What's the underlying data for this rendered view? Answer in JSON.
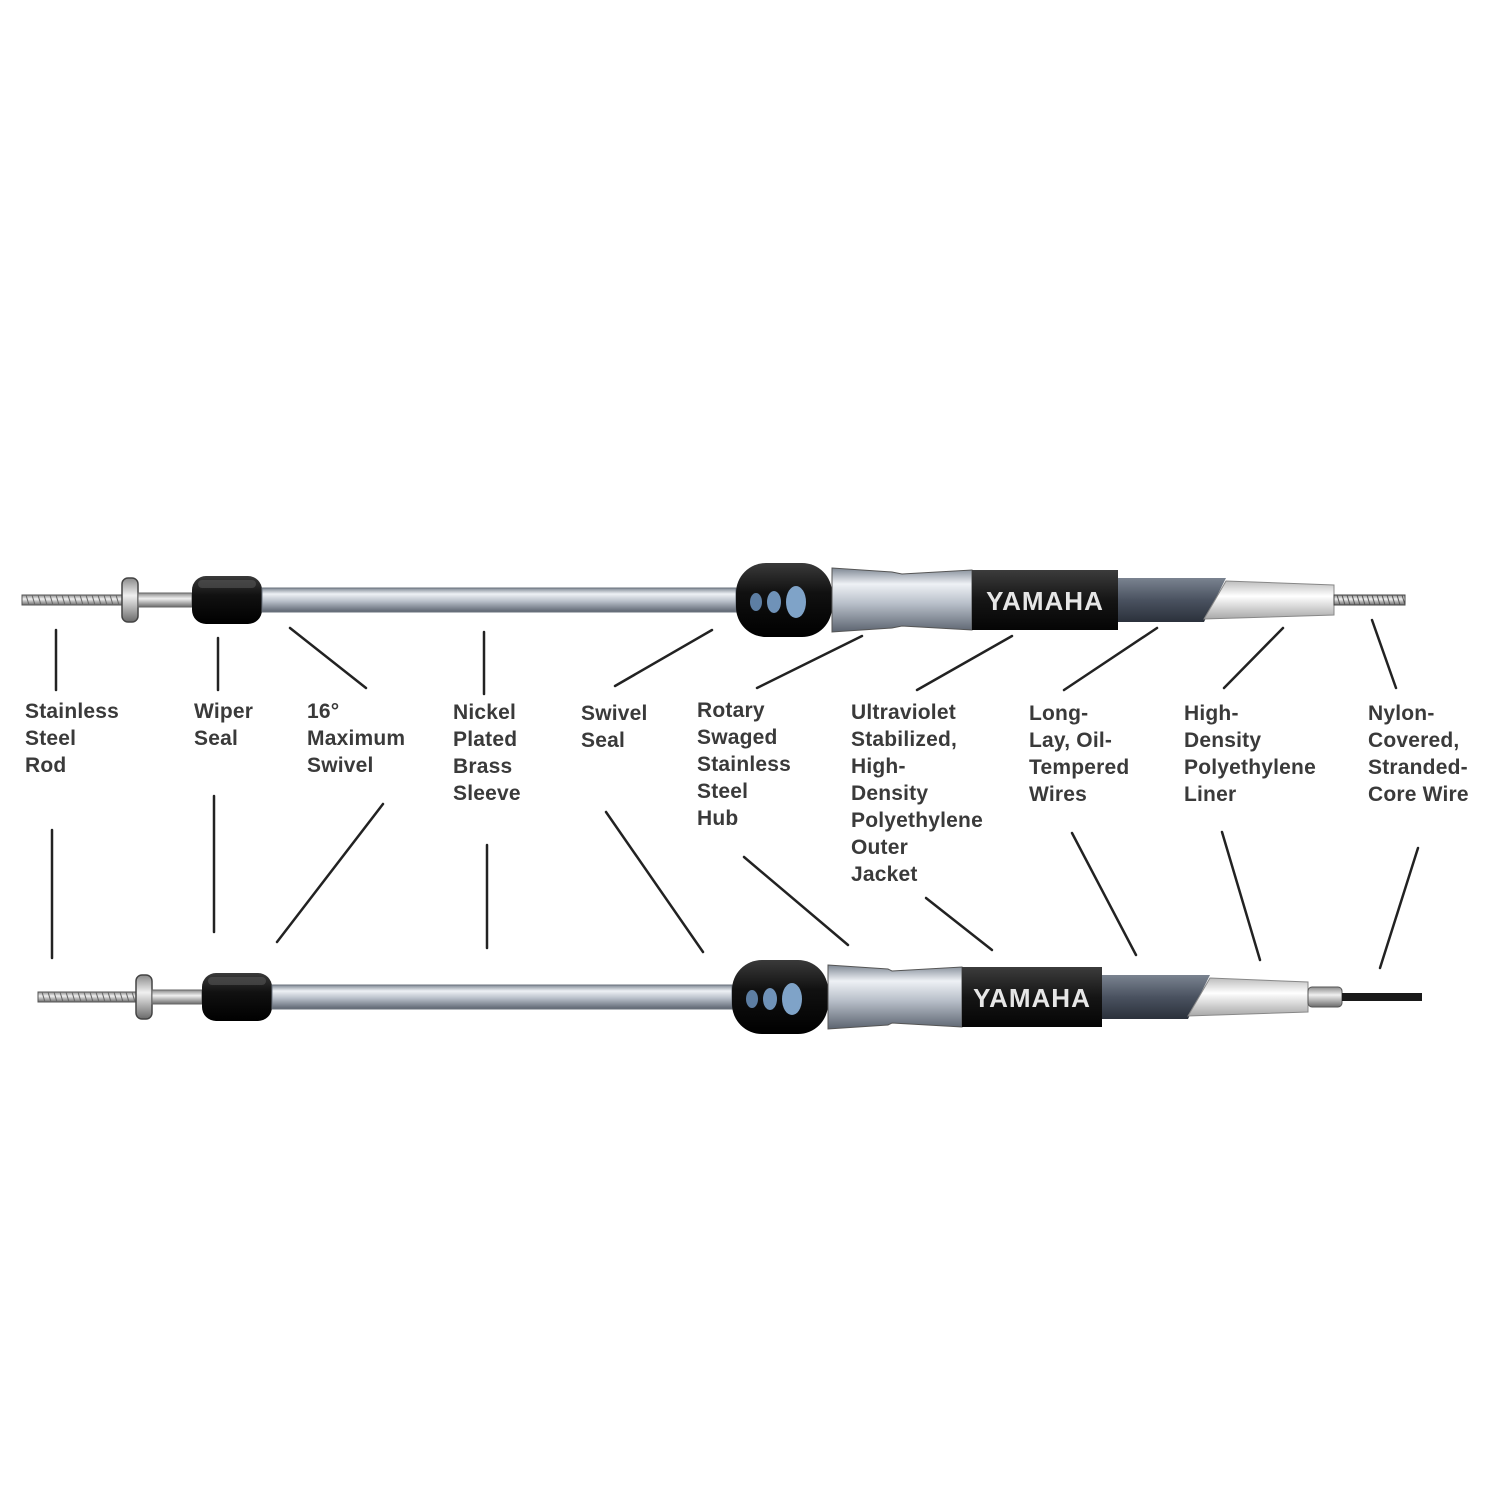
{
  "brand": "YAMAHA",
  "colors": {
    "steel": "#c9ced6",
    "black": "#141414",
    "jacket": "#1c1c1c",
    "liner": "#eeeeee",
    "wire": "#3a3a3a",
    "label": "#3a3a3a",
    "leader": "#222222"
  },
  "labels": [
    {
      "id": "stainless-steel-rod",
      "text": "Stainless\nSteel\nRod"
    },
    {
      "id": "wiper-seal",
      "text": "Wiper\nSeal"
    },
    {
      "id": "maximum-swivel",
      "text": "16°\nMaximum\nSwivel"
    },
    {
      "id": "nickel-plated-brass-sleeve",
      "text": "Nickel\nPlated\nBrass\nSleeve"
    },
    {
      "id": "swivel-seal",
      "text": "Swivel\nSeal"
    },
    {
      "id": "rotary-swaged-hub",
      "text": "Rotary\nSwaged\nStainless\nSteel\nHub"
    },
    {
      "id": "outer-jacket",
      "text": "Ultraviolet\nStabilized,\nHigh-\nDensity\nPolyethylene\nOuter\nJacket"
    },
    {
      "id": "oil-tempered-wires",
      "text": "Long-\nLay, Oil-\nTempered\nWires"
    },
    {
      "id": "polyethylene-liner",
      "text": "High-\nDensity\nPolyethylene\nLiner"
    },
    {
      "id": "stranded-core-wire",
      "text": "Nylon-\nCovered,\nStranded-\nCore Wire"
    }
  ]
}
